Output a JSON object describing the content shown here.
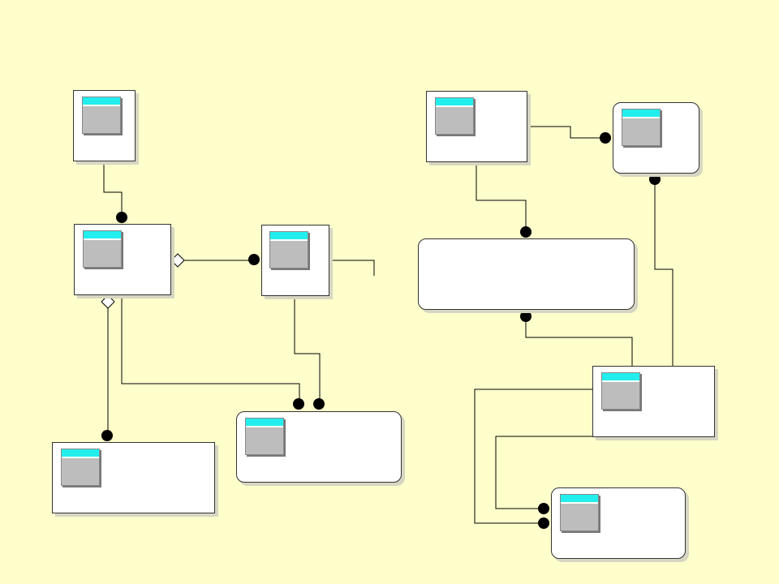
{
  "diagram": {
    "background_color": "#ffffcc",
    "icon_color": "#bdbdbd",
    "icon_title_color": "#22eeee",
    "line_color": "#000000",
    "entities": [
      {
        "id": "entity-a",
        "icon": "table-icon"
      },
      {
        "id": "entity-b",
        "icon": "table-icon"
      },
      {
        "id": "entity-c",
        "icon": "table-icon"
      },
      {
        "id": "entity-d",
        "icon": "table-icon"
      },
      {
        "id": "entity-e",
        "icon": "table-icon"
      },
      {
        "id": "entity-f",
        "icon": "table-icon"
      },
      {
        "id": "entity-g",
        "icon": "table-icon"
      },
      {
        "id": "entity-h",
        "icon": "none"
      },
      {
        "id": "entity-i",
        "icon": "table-icon"
      },
      {
        "id": "entity-j",
        "icon": "table-icon"
      }
    ],
    "relationships": [
      {
        "from": "entity-a",
        "to": "entity-b",
        "end": "filled-dot"
      },
      {
        "from": "entity-b",
        "to": "entity-c",
        "start": "hollow-diamond",
        "end": "filled-dot"
      },
      {
        "from": "entity-b",
        "to": "entity-d",
        "start": "hollow-diamond",
        "end": "filled-dot"
      },
      {
        "from": "entity-b",
        "to": "entity-e",
        "end": "filled-dot"
      },
      {
        "from": "entity-c",
        "to": "entity-e",
        "end": "filled-dot"
      },
      {
        "from": "entity-f",
        "to": "entity-g",
        "end": "filled-dot"
      },
      {
        "from": "entity-f",
        "to": "entity-h",
        "end": "filled-dot"
      },
      {
        "from": "entity-i",
        "to": "entity-h",
        "end": "filled-dot"
      },
      {
        "from": "entity-i",
        "to": "entity-g",
        "end": "filled-dot"
      },
      {
        "from": "entity-i",
        "to": "entity-j",
        "end": "filled-dot"
      },
      {
        "from": "entity-i",
        "to": "entity-j",
        "end": "filled-dot"
      }
    ]
  }
}
